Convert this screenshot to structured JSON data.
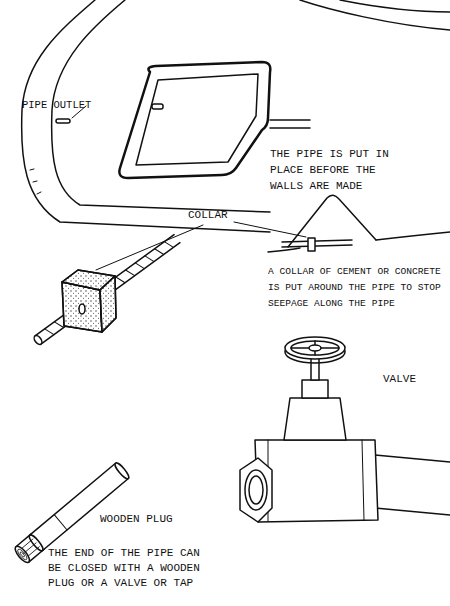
{
  "diagram": {
    "labels": [
      "PIPE OUTLET",
      "THE PIPE IS PUT IN PLACE BEFORE THE WALLS ARE MADE",
      "COLLAR",
      "A COLLAR OF CEMENT OR CONCRETE IS PUT AROUND THE PIPE TO STOP SEEPAGE ALONG THE PIPE",
      "VALVE",
      "WOODEN PLUG",
      "THE END OF THE PIPE CAN BE CLOSED WITH A WOODEN PLUG OR A VALVE OR TAP"
    ]
  }
}
